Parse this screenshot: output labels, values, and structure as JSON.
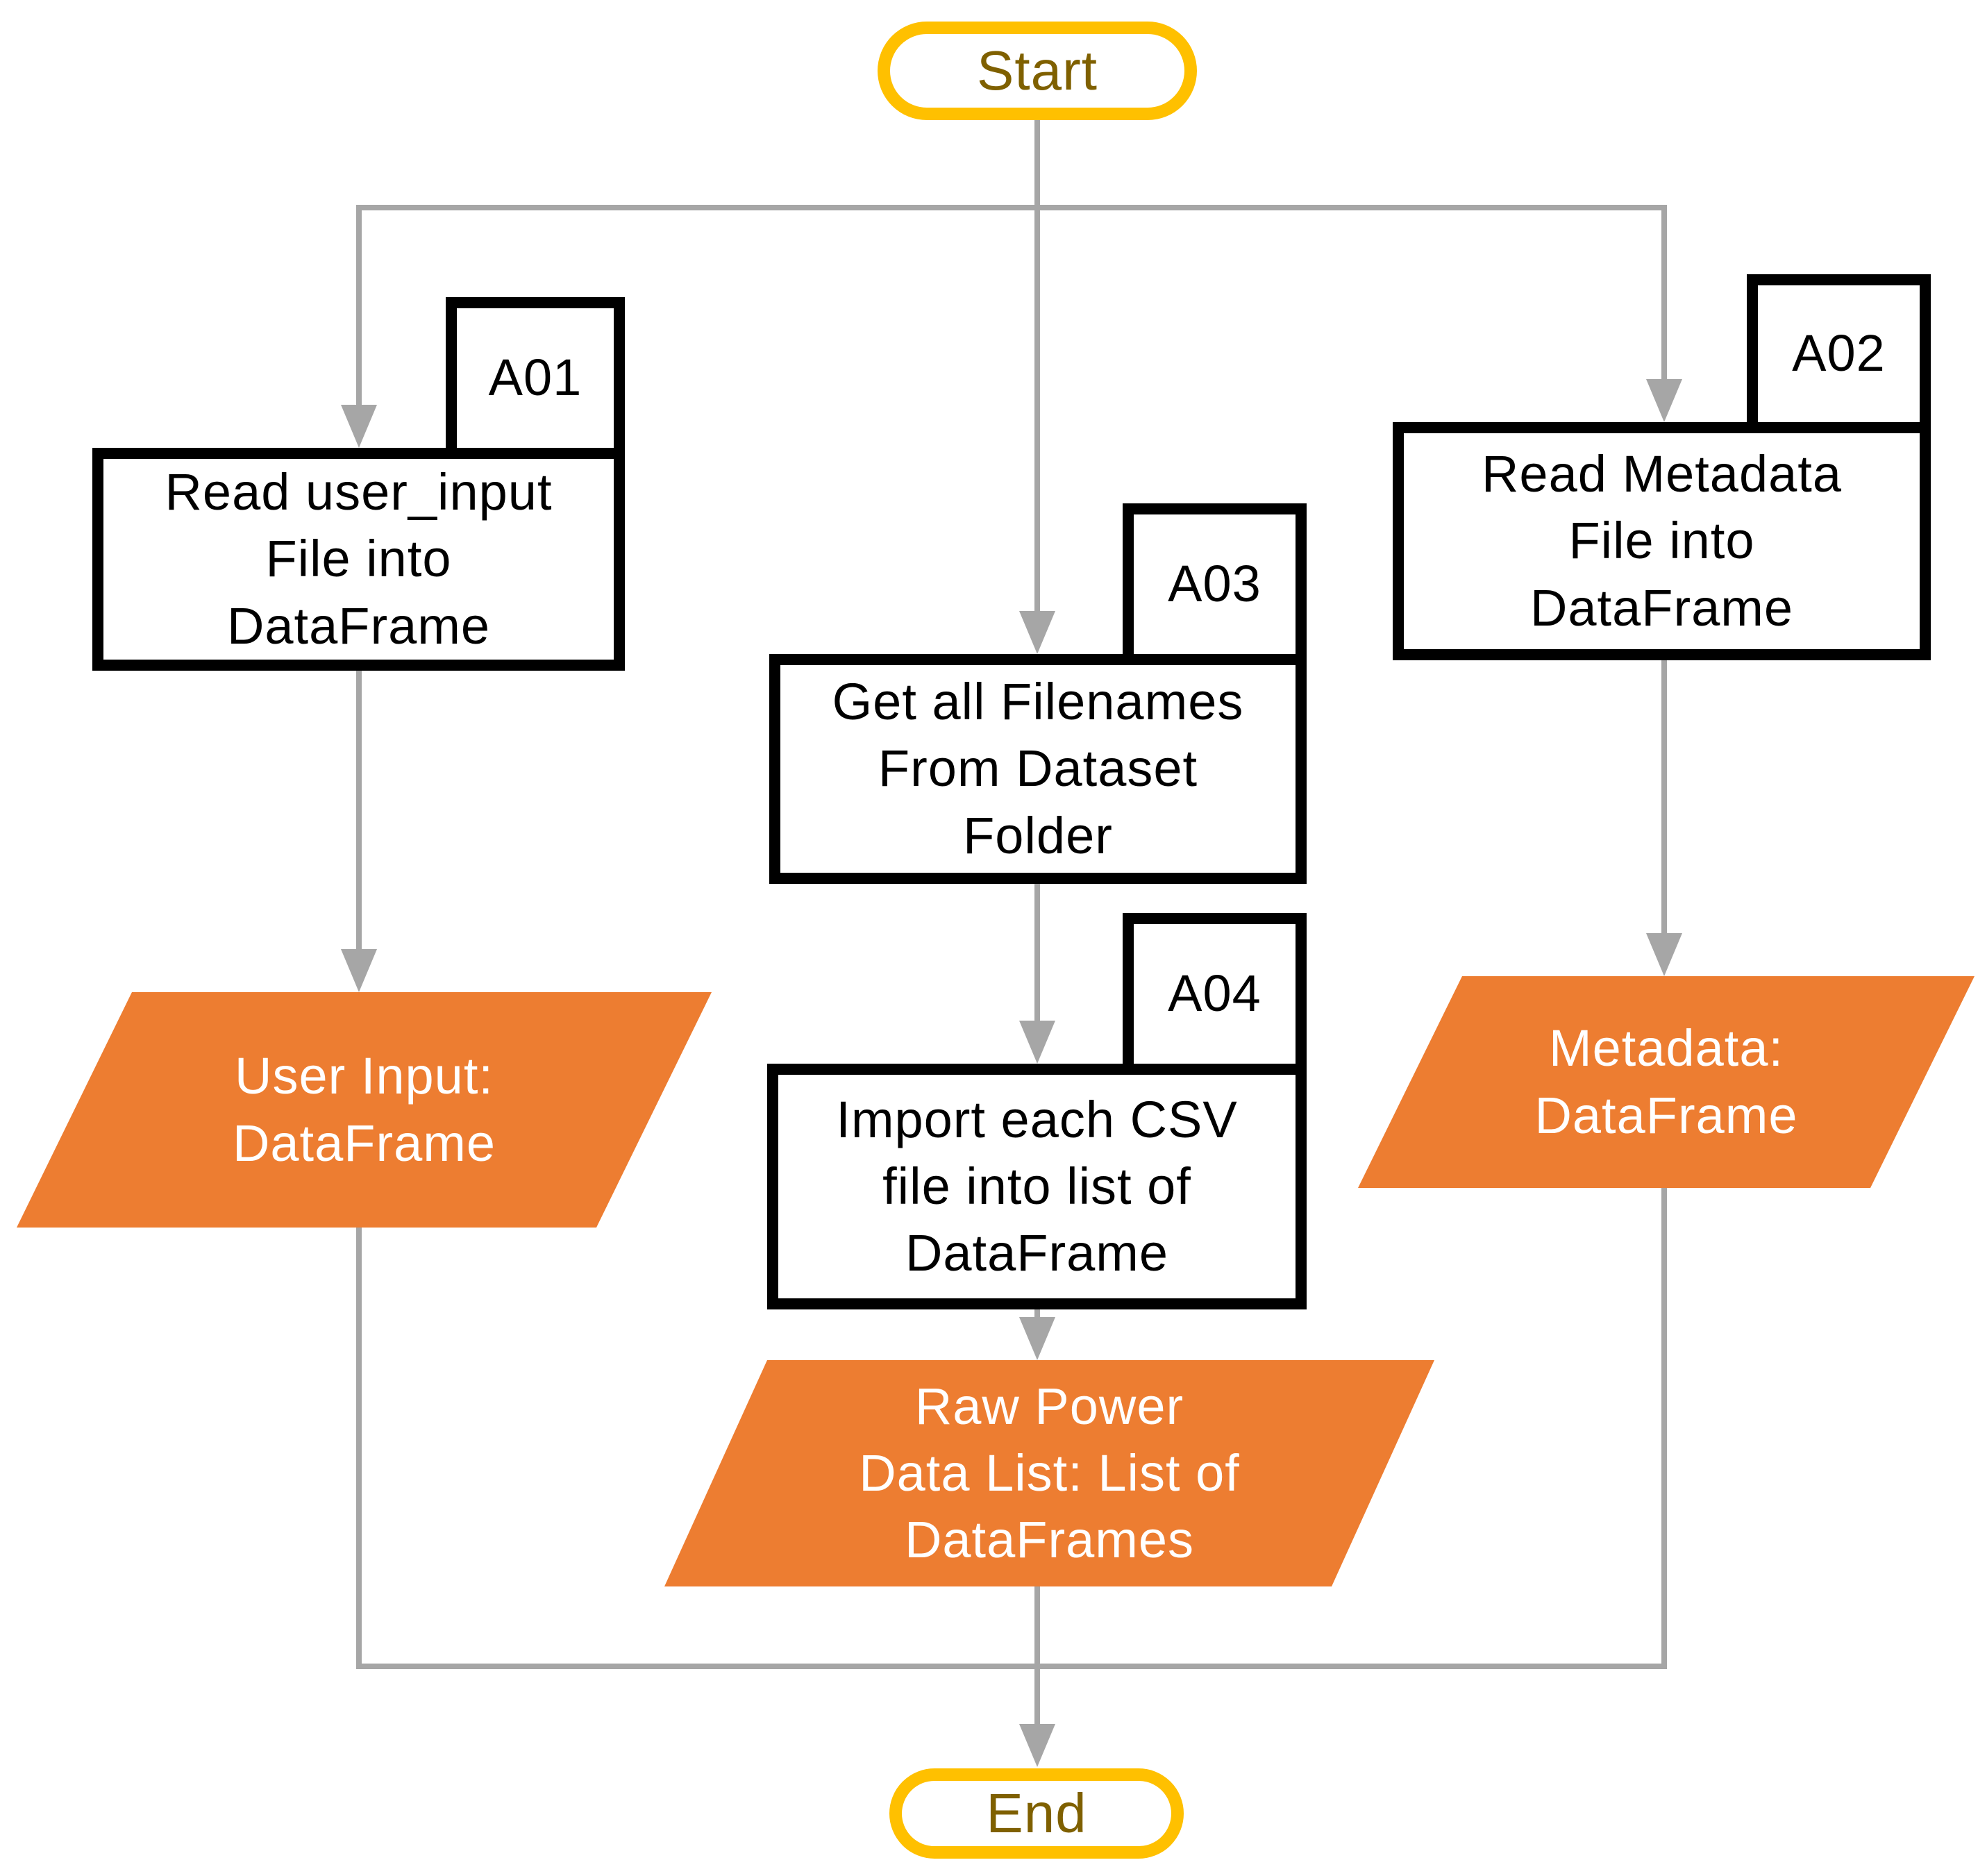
{
  "colors": {
    "data_node_orange": "#ED7D31",
    "terminator_yellow": "#FFC000",
    "terminator_text_gold": "#7F6000",
    "connector_gray": "#A6A6A6",
    "process_border_black": "#000000"
  },
  "terminators": {
    "start": "Start",
    "end": "End"
  },
  "processes": [
    {
      "id": "A01",
      "text": "Read user_input\nFile into\nDataFrame"
    },
    {
      "id": "A02",
      "text": "Read Metadata\nFile into\nDataFrame"
    },
    {
      "id": "A03",
      "text": "Get all Filenames\nFrom Dataset\nFolder"
    },
    {
      "id": "A04",
      "text": "Import each CSV\nfile into list of\nDataFrame"
    }
  ],
  "data_nodes": [
    {
      "text": "User Input:\nDataFrame"
    },
    {
      "text": "Metadata:\nDataFrame"
    },
    {
      "text": "Raw Power\nData List: List of\nDataFrames"
    }
  ]
}
